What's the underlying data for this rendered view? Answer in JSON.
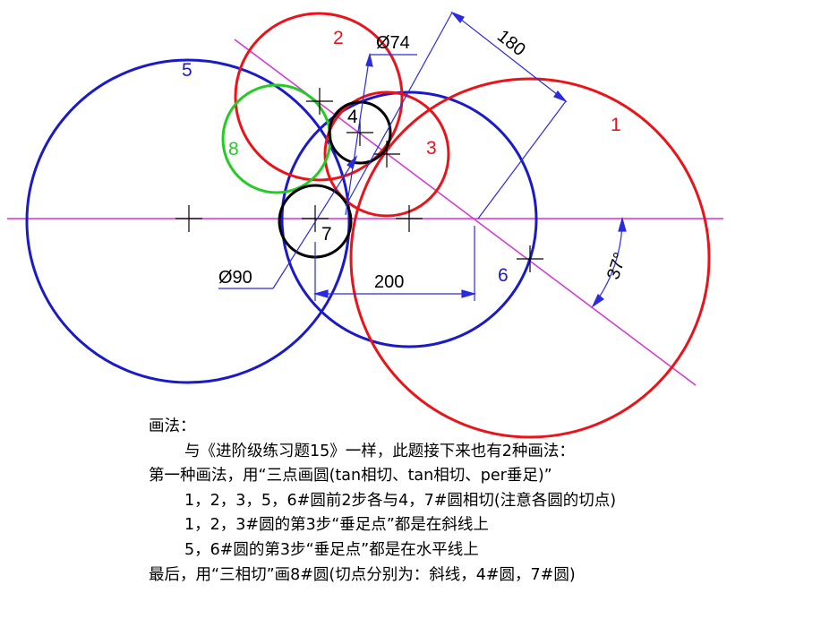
{
  "colors": {
    "red": "#e8141a",
    "blue": "#1a1ac8",
    "green": "#22cc22",
    "black": "#000000",
    "magenta": "#d633d6",
    "dim": "#2a2ae0"
  },
  "labels": {
    "circle1": "1",
    "circle2": "2",
    "circle3": "3",
    "circle4": "4",
    "circle5": "5",
    "circle6": "6",
    "circle7": "7",
    "circle8": "8"
  },
  "dimensions": {
    "d74": "Ø74",
    "d90": "Ø90",
    "len180": "180",
    "len200": "200",
    "angle37": "37°"
  },
  "notes": {
    "line1": "画法：",
    "line2": "与《进阶级练习题15》一样，此题接下来也有2种画法：",
    "line3": "第一种画法，用“三点画圆(tan相切、tan相切、per垂足)”",
    "line4": "1，2，3，5，6#圆前2步各与4，7#圆相切(注意各圆的切点)",
    "line5": "1，2，3#圆的第3步“垂足点”都是在斜线上",
    "line6": "5，6#圆的第3步“垂足点”都是在水平线上",
    "line7": "最后，用“三相切”画8#圆(切点分别为：斜线，4#圆，7#圆)"
  }
}
